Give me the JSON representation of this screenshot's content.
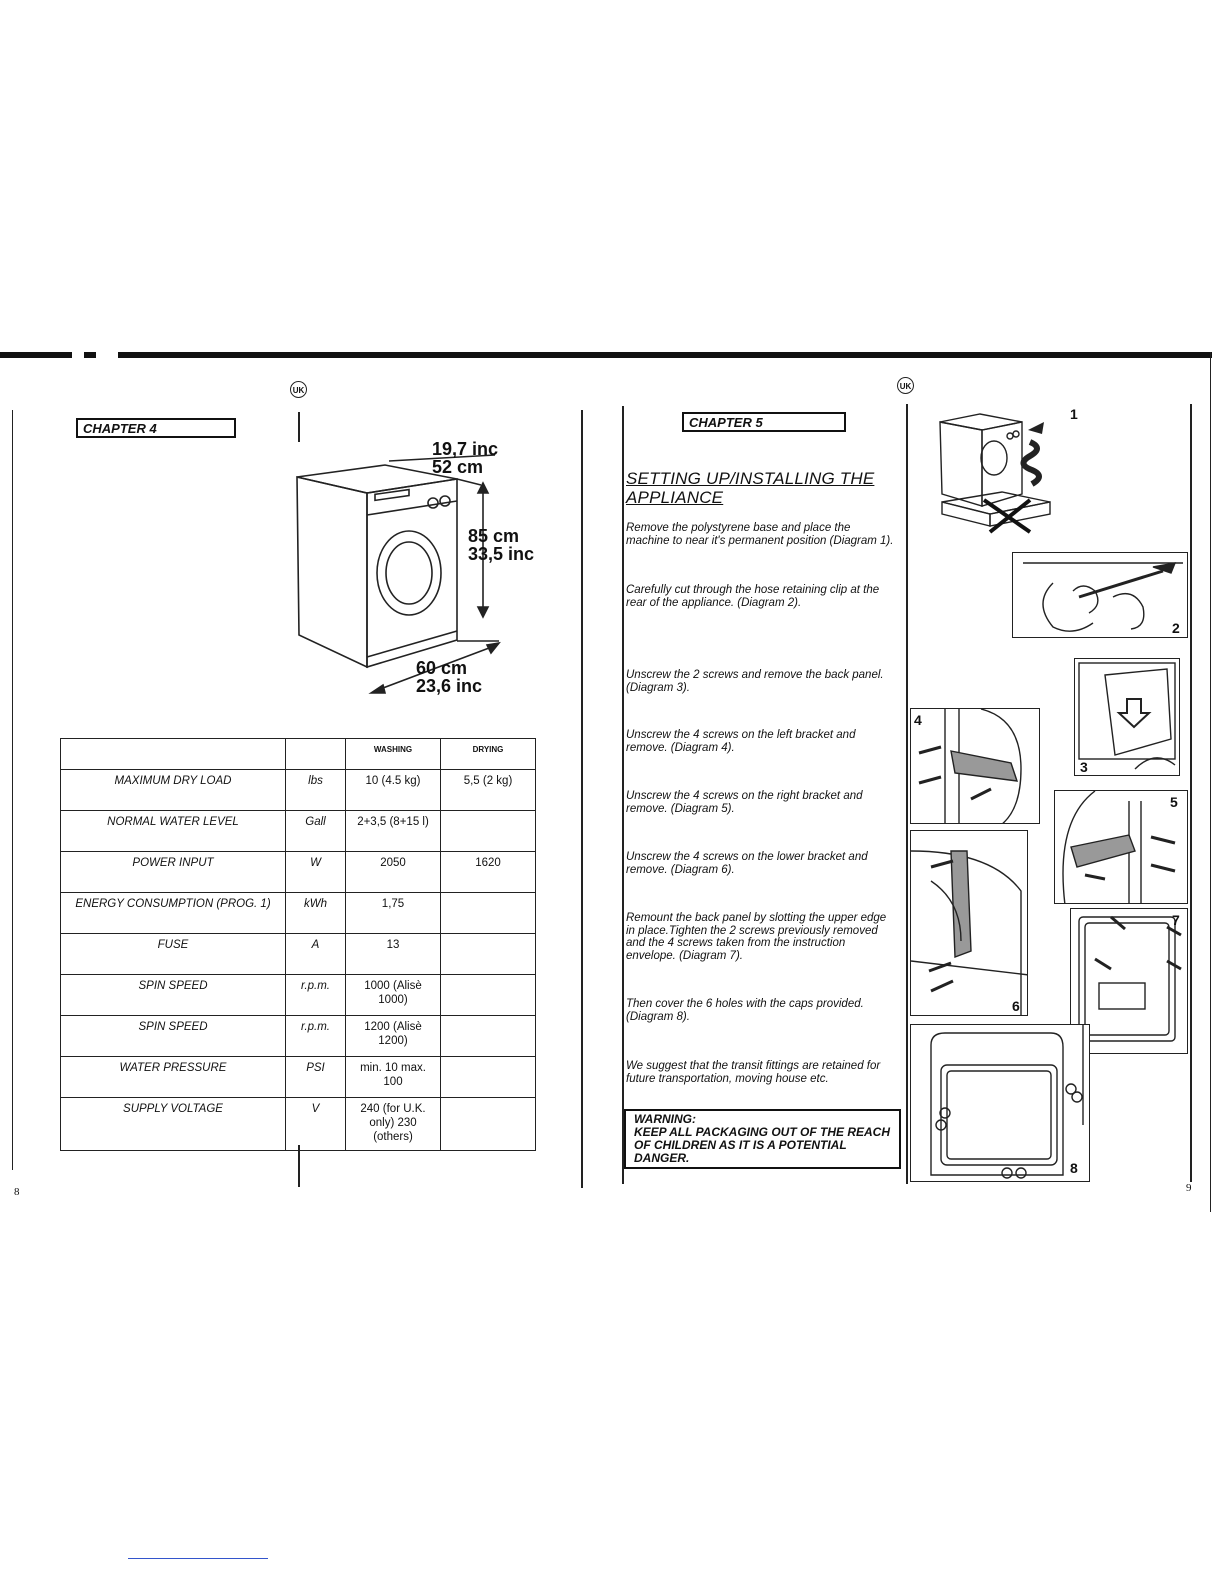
{
  "left_page": {
    "badge": "UK",
    "chapter": "CHAPTER 4",
    "dimensions": {
      "depth_in": "19,7 inc",
      "depth_cm": "52 cm",
      "height_cm": "85 cm",
      "height_in": "33,5 inc",
      "width_cm": "60 cm",
      "width_in": "23,6 inc"
    },
    "table": {
      "columns": [
        "",
        "",
        "WASHING",
        "DRYING"
      ],
      "rows": [
        {
          "label": "MAXIMUM DRY LOAD",
          "unit": "lbs",
          "washing": "10 (4.5 kg)",
          "drying": "5,5 (2 kg)"
        },
        {
          "label": "NORMAL WATER LEVEL",
          "unit": "Gall",
          "washing": "2+3,5 (8+15 l)",
          "drying": ""
        },
        {
          "label": "POWER INPUT",
          "unit": "W",
          "washing": "2050",
          "drying": "1620"
        },
        {
          "label": "ENERGY CONSUMPTION (PROG. 1)",
          "unit": "kWh",
          "washing": "1,75",
          "drying": ""
        },
        {
          "label": "FUSE",
          "unit": "A",
          "washing": "13",
          "drying": ""
        },
        {
          "label": "SPIN SPEED",
          "unit": "r.p.m.",
          "washing": "1000 (Alisè 1000)",
          "drying": ""
        },
        {
          "label": "SPIN SPEED",
          "unit": "r.p.m.",
          "washing": "1200 (Alisè 1200)",
          "drying": ""
        },
        {
          "label": "WATER PRESSURE",
          "unit": "PSI",
          "washing": "min. 10 max. 100",
          "drying": ""
        },
        {
          "label": "SUPPLY VOLTAGE",
          "unit": "V",
          "washing": "240 (for U.K. only) 230 (others)",
          "drying": ""
        }
      ]
    },
    "page_number": "8"
  },
  "right_page": {
    "badge": "UK",
    "chapter": "CHAPTER 5",
    "heading_line1": "SETTING UP/INSTALLING THE",
    "heading_line2": "APPLIANCE",
    "instructions": [
      "Remove the polystyrene base and place the machine to near it's permanent position (Diagram 1).",
      "Carefully cut through the hose retaining clip at the rear of the appliance. (Diagram 2).",
      "Unscrew the 2 screws and remove the back panel. (Diagram 3).",
      "Unscrew the 4 screws on the left bracket and remove. (Diagram 4).",
      "Unscrew the 4 screws on the right bracket and remove. (Diagram 5).",
      "Unscrew the 4 screws on the lower bracket and remove. (Diagram 6).",
      "Remount the back panel by slotting the upper edge in place.Tighten the 2 screws previously removed and the 4 screws taken from the instruction envelope. (Diagram 7).",
      "Then cover the 6 holes with the caps provided. (Diagram 8).",
      "We suggest that the transit fittings are retained for future transportation, moving house etc."
    ],
    "warning": {
      "title": "WARNING:",
      "text": "KEEP ALL PACKAGING OUT OF THE REACH OF CHILDREN AS IT IS A POTENTIAL DANGER."
    },
    "diagram_numbers": [
      "1",
      "2",
      "3",
      "4",
      "5",
      "6",
      "7",
      "8"
    ],
    "page_number": "9"
  }
}
